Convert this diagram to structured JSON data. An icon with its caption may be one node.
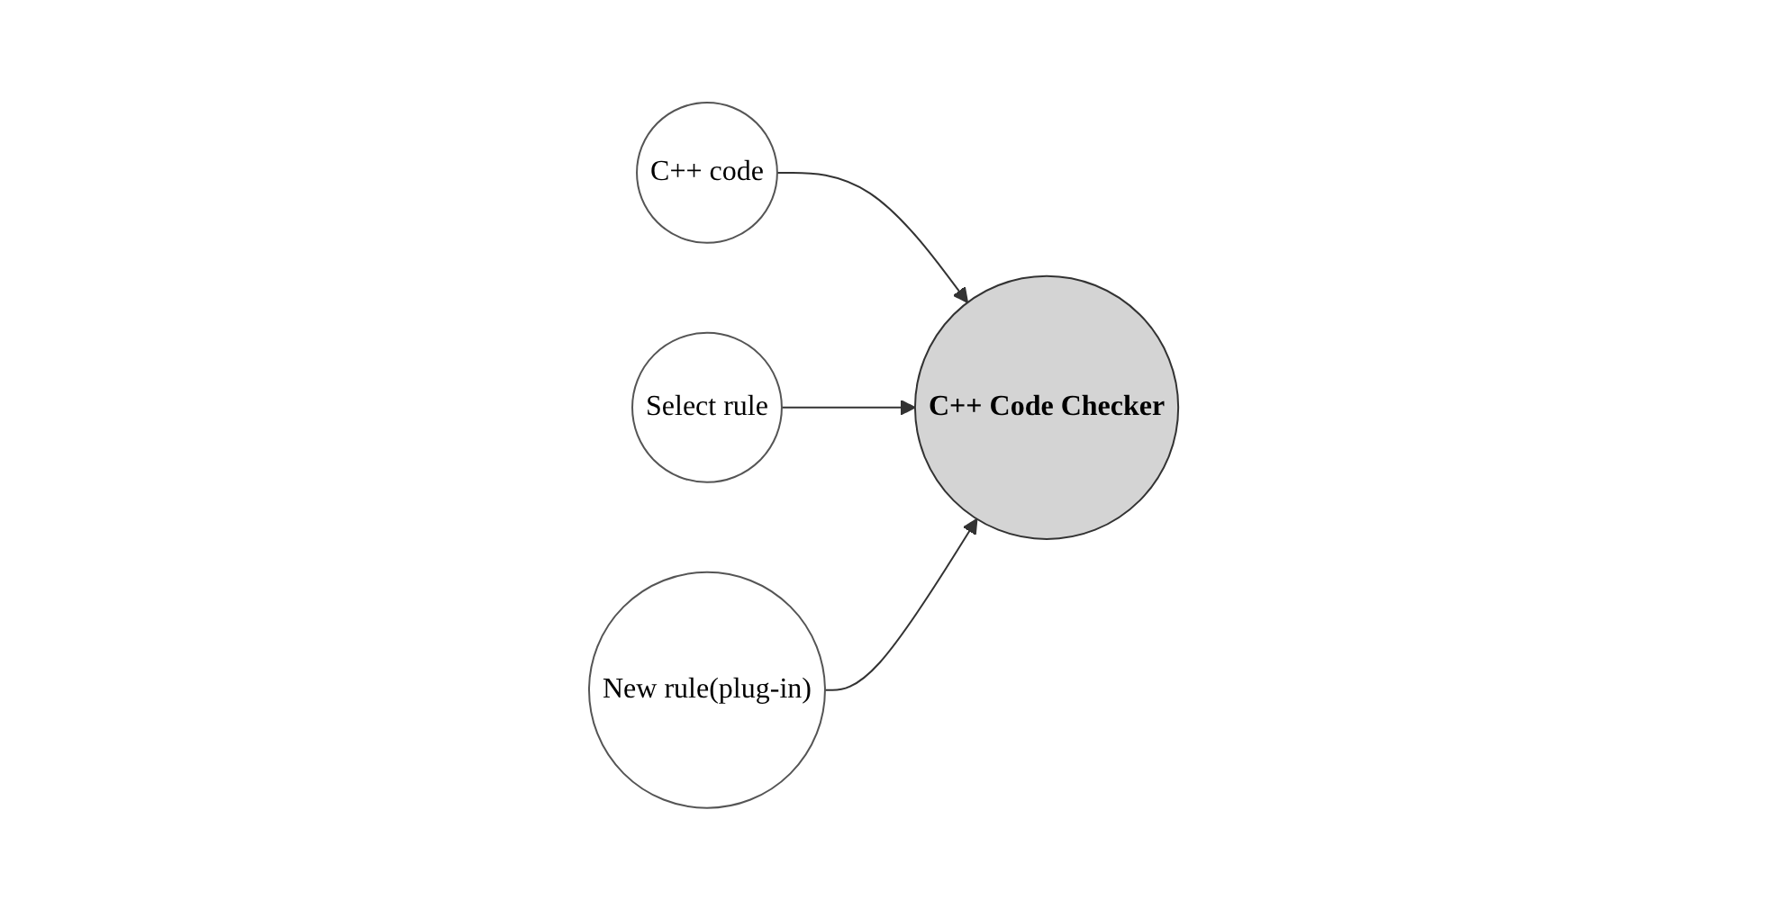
{
  "diagram": {
    "nodes": [
      {
        "text": [
          "Select rule"
        ]
      },
      {
        "text": [
          "C++ code"
        ]
      },
      {
        "text": [
          "C++ Code Checker"
        ]
      },
      {
        "text": [
          "New rule(plug-in)"
        ]
      }
    ],
    "edges": [
      {
        "from": 1,
        "to": 2,
        "arrow": "to"
      },
      {
        "from": 0,
        "to": 2,
        "arrow": "to"
      },
      {
        "from": 3,
        "to": 2,
        "arrow": "to"
      }
    ]
  }
}
